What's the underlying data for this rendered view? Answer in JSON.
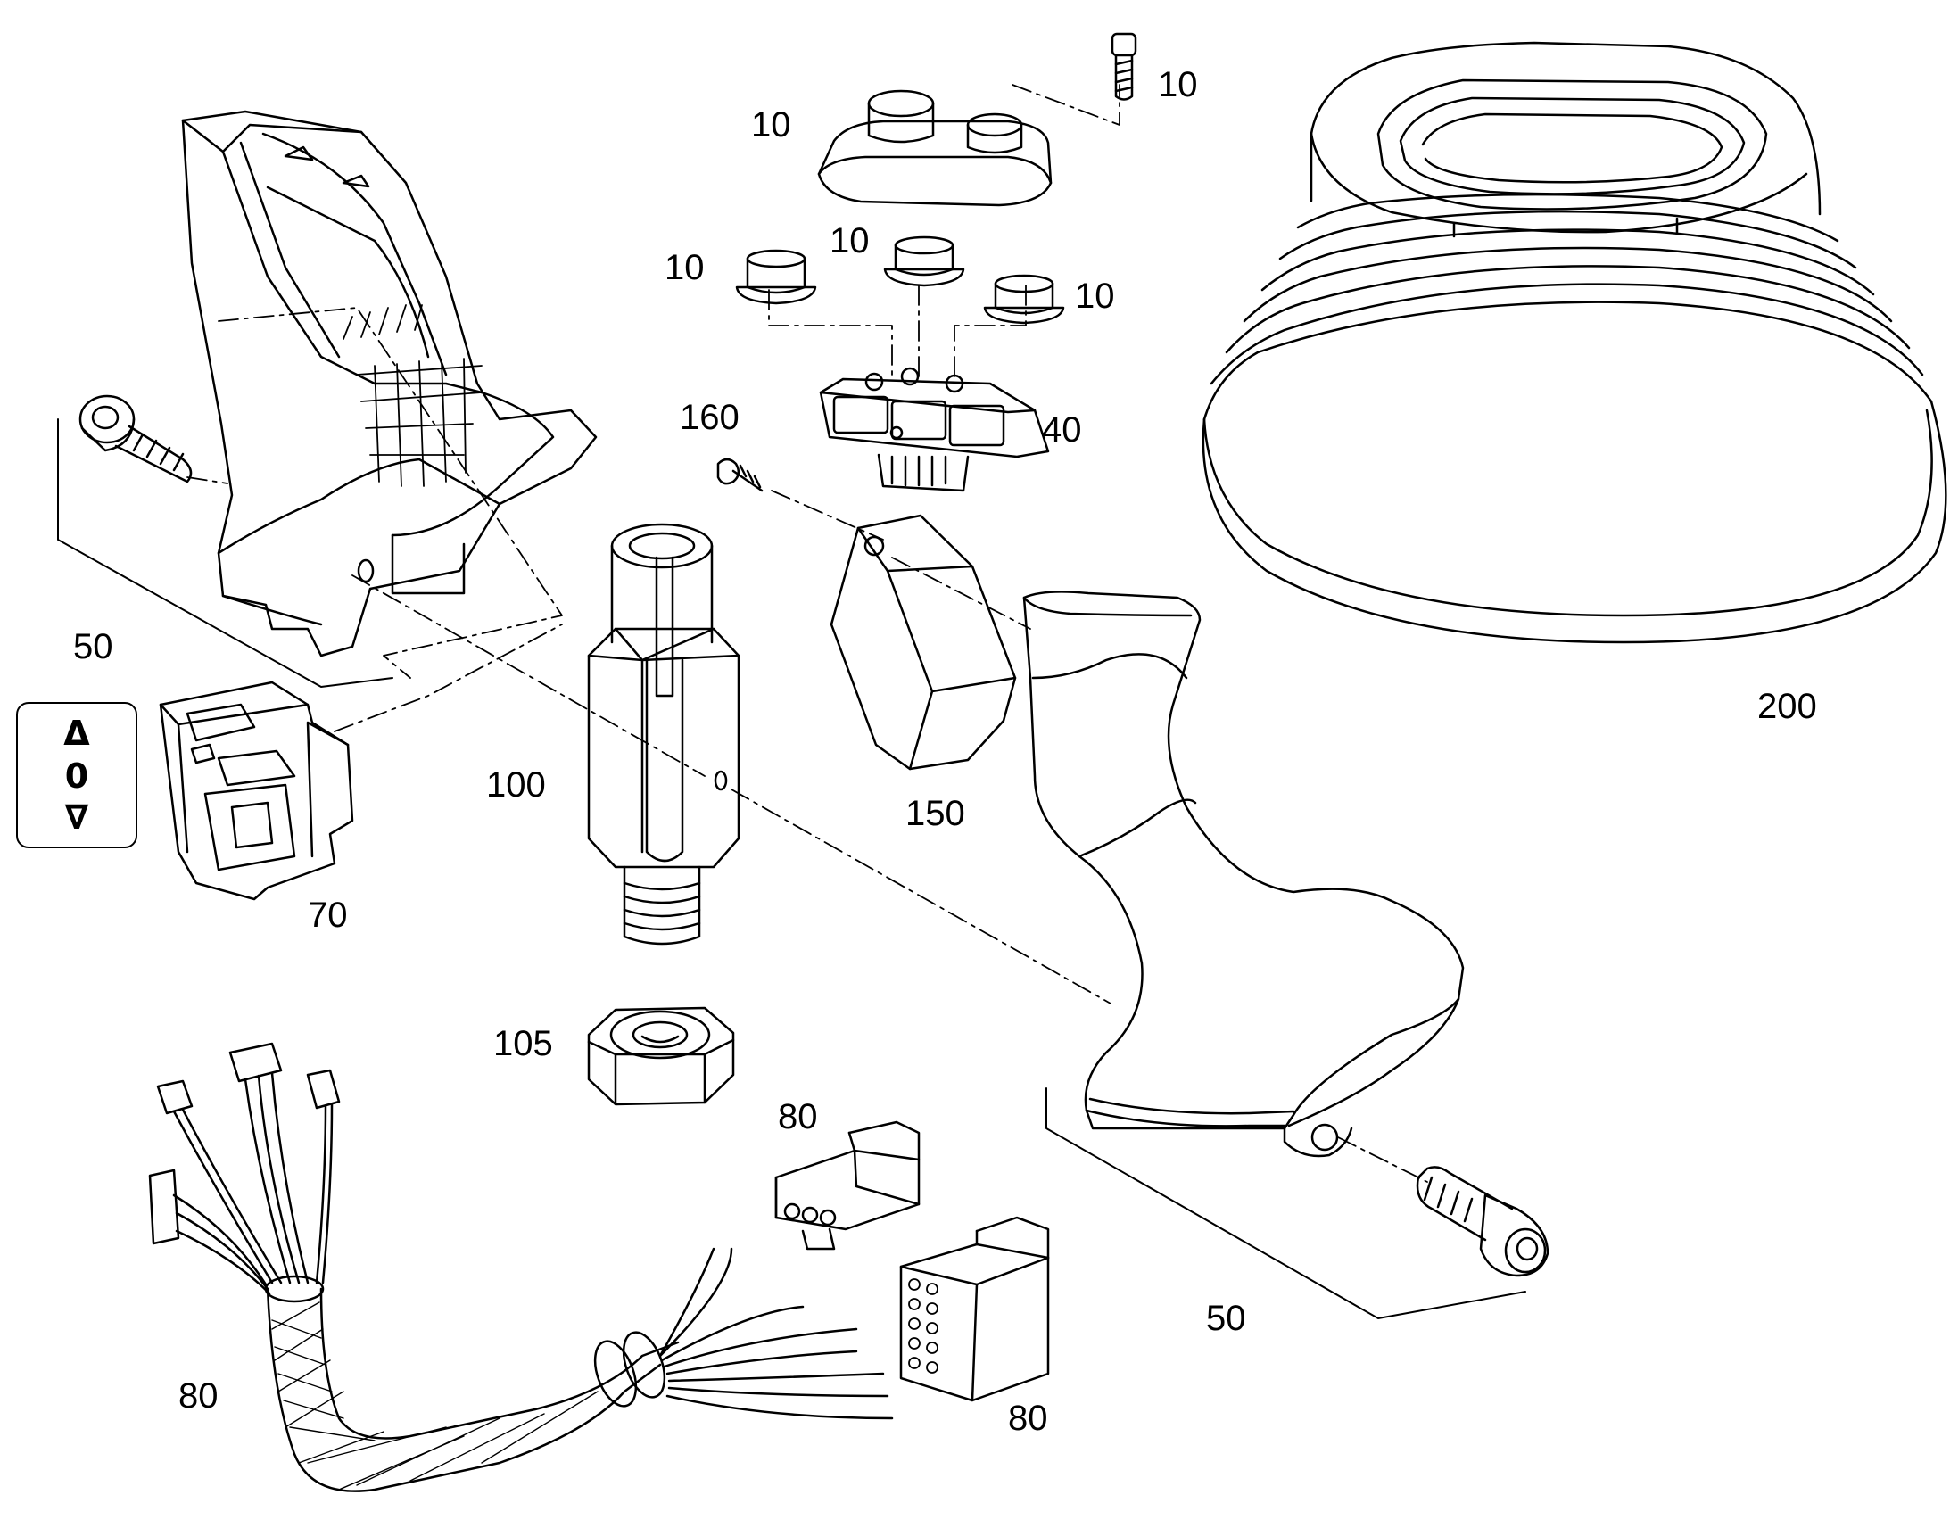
{
  "labels": {
    "p10_screw": "10",
    "p10_cap": "10",
    "p10_btn_left": "10",
    "p10_btn_mid": "10",
    "p10_btn_right": "10",
    "p40": "40",
    "p160": "160",
    "p50_left": "50",
    "p50_right": "50",
    "p70": "70",
    "p100": "100",
    "p105": "105",
    "p150": "150",
    "p200": "200",
    "p80_harness": "80",
    "p80_conn_small": "80",
    "p80_conn_large": "80"
  },
  "switch_badge": {
    "up": "Δ",
    "mid": "0",
    "down": "∇"
  },
  "colors": {
    "line": "#000000",
    "background": "#ffffff"
  },
  "icons": [
    "up-triangle-icon",
    "down-triangle-icon"
  ]
}
